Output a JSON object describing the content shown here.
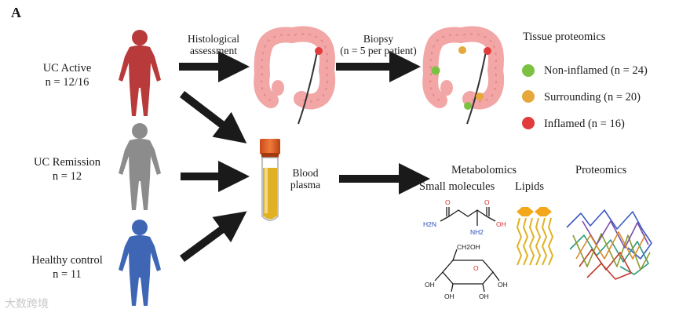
{
  "panel_letter": "A",
  "groups": [
    {
      "label": "UC Active",
      "count": "n = 12/16",
      "color": "#b83a3a"
    },
    {
      "label": "UC Remission",
      "count": "n = 12",
      "color": "#8c8c8c"
    },
    {
      "label": "Healthy control",
      "count": "n = 11",
      "color": "#3f66b5"
    }
  ],
  "steps": {
    "histological": [
      "Histological",
      "assessment"
    ],
    "biopsy": [
      "Biopsy",
      "(n = 5 per patient)"
    ],
    "blood": [
      "Blood",
      "plasma"
    ]
  },
  "tissue_proteomics": {
    "title": "Tissue proteomics",
    "legend": [
      {
        "label": "Non-inflamed (n = 24)",
        "color": "#7cc142"
      },
      {
        "label": "Surrounding (n = 20)",
        "color": "#e6a73b"
      },
      {
        "label": "Inflamed (n = 16)",
        "color": "#e23b3b"
      }
    ]
  },
  "blood_analysis": {
    "metabolomics": "Metabolomics",
    "small_molecules": "Small molecules",
    "lipids": "Lipids",
    "proteomics": "Proteomics"
  },
  "chemistry": {
    "h2n": "H2N",
    "o": "O",
    "oh": "OH",
    "nh2": "NH2",
    "ch2oh": "CH2OH"
  },
  "watermark": "大数跨境"
}
